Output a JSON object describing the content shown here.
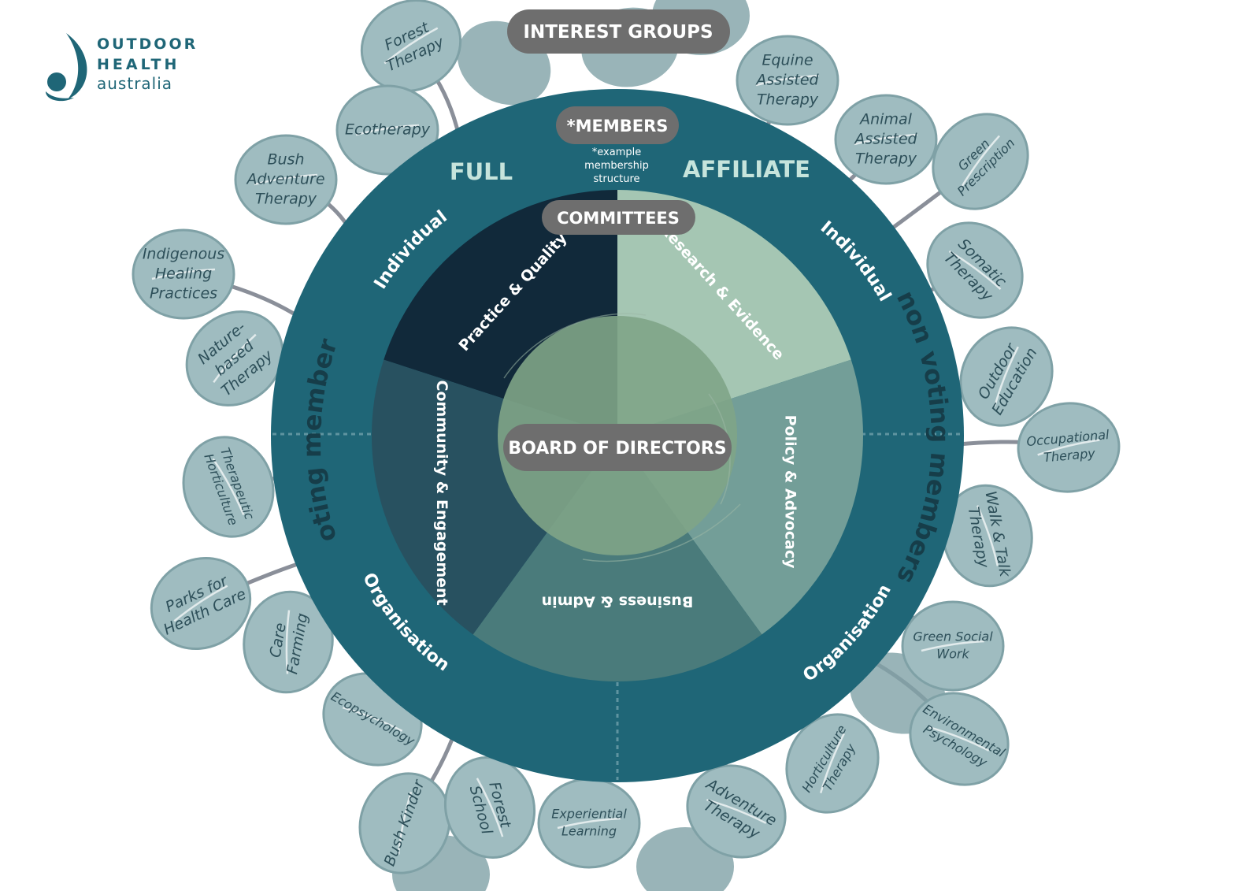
{
  "logo": {
    "line1": "OUTDOOR",
    "line2": "HEALTH",
    "line3": "australia"
  },
  "interest_groups_label": "INTEREST GROUPS",
  "members_label": "*MEMBERS",
  "members_note": [
    "*example",
    "membership",
    "structure"
  ],
  "full_label": "FULL",
  "affiliate_label": "AFFILIATE",
  "voting_label": "voting members",
  "non_voting_label": "non voting members",
  "individual_label": "Individual",
  "organisation_label": "Organisation",
  "committees_label": "COMMITTEES",
  "board_label": "BOARD OF DIRECTORS",
  "committees": [
    {
      "label": "Practice & Quality",
      "color": "#11293a"
    },
    {
      "label": "Research & Evidence",
      "color": "#a5c6b3"
    },
    {
      "label": "Policy & Advocacy",
      "color": "#739e98"
    },
    {
      "label": "Business & Admin",
      "color": "#4a7b7b"
    },
    {
      "label": "Community & Engagement",
      "color": "#285160"
    }
  ],
  "interest_groups": [
    {
      "lines": [
        "Forest",
        "Therapy"
      ]
    },
    {
      "lines": [
        "Ecotherapy"
      ]
    },
    {
      "lines": [
        "Bush",
        "Adventure",
        "Therapy"
      ]
    },
    {
      "lines": [
        "Indigenous",
        "Healing",
        "Practices"
      ]
    },
    {
      "lines": [
        "Nature-",
        "based",
        "Therapy"
      ]
    },
    {
      "lines": [
        "Therapeutic",
        "Horticulture"
      ]
    },
    {
      "lines": [
        "Parks for",
        "Health Care"
      ]
    },
    {
      "lines": [
        "Care",
        "Farming"
      ]
    },
    {
      "lines": [
        "Ecopsychology"
      ]
    },
    {
      "lines": [
        "Bush Kinder"
      ]
    },
    {
      "lines": [
        "Forest",
        "School"
      ]
    },
    {
      "lines": [
        "Experiential",
        "Learning"
      ]
    },
    {
      "lines": [
        "Adventure",
        "Therapy"
      ]
    },
    {
      "lines": [
        "Horticulture",
        "Therapy"
      ]
    },
    {
      "lines": [
        "Environmental",
        "Psychology"
      ]
    },
    {
      "lines": [
        "Green Social",
        "Work"
      ]
    },
    {
      "lines": [
        "Walk & Talk",
        "Therapy"
      ]
    },
    {
      "lines": [
        "Occupational",
        "Therapy"
      ]
    },
    {
      "lines": [
        "Outdoor",
        "Education"
      ]
    },
    {
      "lines": [
        "Somatic",
        "Therapy"
      ]
    },
    {
      "lines": [
        "Green",
        "Prescription"
      ]
    },
    {
      "lines": [
        "Animal",
        "Assisted",
        "Therapy"
      ]
    },
    {
      "lines": [
        "Equine",
        "Assisted",
        "Therapy"
      ]
    }
  ],
  "colors": {
    "outer_ring": "#1f6677",
    "board_circle": "#7fa487",
    "pill": "#6e6e6e",
    "leaf": "#9fbcc0",
    "leaf_dark": "#7fa1a6",
    "stem": "#8a8f99",
    "leaf_text": "#2d4f59",
    "ring_text": "#ffffff",
    "ring_text_muted": "#c6e4dc",
    "dark_label": "#163d49",
    "logo": "#1f6677"
  }
}
